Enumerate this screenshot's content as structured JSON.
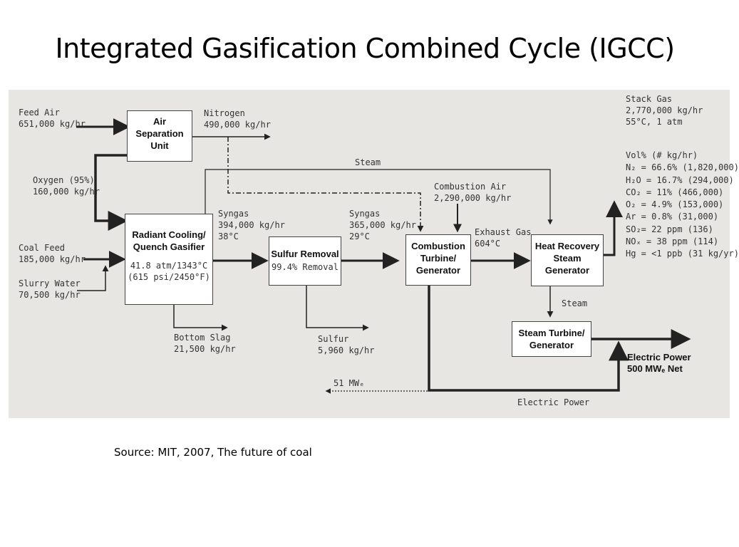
{
  "title": "Integrated Gasification Combined Cycle (IGCC)",
  "source": "Source: MIT, 2007,  The future of coal",
  "boxes": {
    "asu": {
      "l1": "Air",
      "l2": "Separation",
      "l3": "Unit"
    },
    "gasifier": {
      "l1": "Radiant Cooling/",
      "l2": "Quench Gasifier",
      "s1": "41.8 atm/1343°C",
      "s2": "(615 psi/2450°F)"
    },
    "sulfur": {
      "l1": "Sulfur Removal",
      "s1": "99.4% Removal"
    },
    "turbine": {
      "l1": "Combustion",
      "l2": "Turbine/",
      "l3": "Generator"
    },
    "hrsg": {
      "l1": "Heat Recovery",
      "l2": "Steam",
      "l3": "Generator"
    },
    "steam_turbine": {
      "l1": "Steam Turbine/",
      "l2": "Generator"
    }
  },
  "labels": {
    "feed_air": [
      "Feed Air",
      "651,000 kg/hr"
    ],
    "nitrogen": [
      "Nitrogen",
      "490,000 kg/hr"
    ],
    "oxygen": [
      "Oxygen (95%)",
      "160,000 kg/hr"
    ],
    "coal_feed": [
      "Coal Feed",
      "185,000 kg/hr"
    ],
    "slurry_water": [
      "Slurry Water",
      "70,500 kg/hr"
    ],
    "steam_top": "Steam",
    "combustion_air": [
      "Combustion Air",
      "2,290,000 kg/hr"
    ],
    "syngas1": [
      "Syngas",
      "394,000 kg/hr",
      "38°C"
    ],
    "syngas2": [
      "Syngas",
      "365,000 kg/hr",
      "29°C"
    ],
    "exhaust_gas": [
      "Exhaust Gas",
      "604°C"
    ],
    "bottom_slag": [
      "Bottom Slag",
      "21,500 kg/hr"
    ],
    "sulfur_out": [
      "Sulfur",
      "5,960 kg/hr"
    ],
    "steam_mid": "Steam",
    "aux_power": "51 MWₑ",
    "electric_power_bottom": "Electric Power",
    "electric_power_net": [
      "Electric Power",
      "500 MWₑ Net"
    ],
    "stack_gas": [
      "Stack Gas",
      "2,770,000 kg/hr",
      "55°C, 1 atm"
    ],
    "composition": [
      "Vol% (# kg/hr)",
      "N₂ = 66.6% (1,820,000)",
      "H₂O = 16.7% (294,000)",
      "CO₂ = 11% (466,000)",
      "O₂ = 4.9% (153,000)",
      "Ar = 0.8% (31,000)",
      "SO₂= 22 ppm (136)",
      "NOₓ = 38 ppm (114)",
      "Hg = <1 ppb (31 kg/yr)"
    ]
  }
}
